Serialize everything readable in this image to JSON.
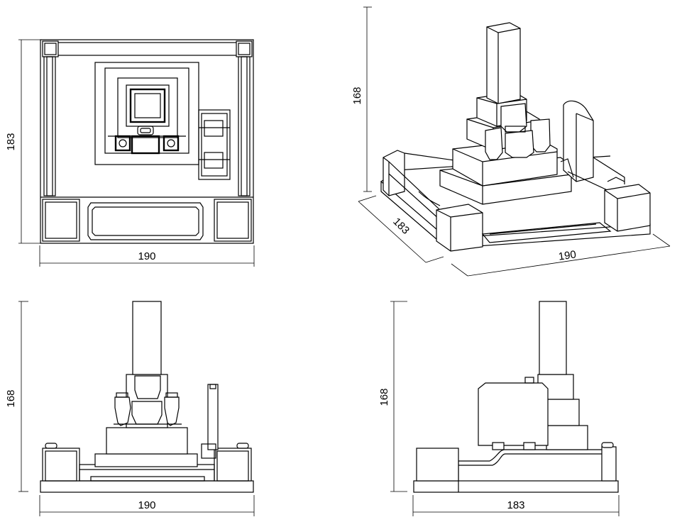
{
  "views": {
    "plan": {
      "width_dim": "190",
      "height_dim": "183"
    },
    "isometric": {
      "height_dim": "168",
      "depth_dim": "183",
      "width_dim": "190"
    },
    "front": {
      "height_dim": "168",
      "width_dim": "190"
    },
    "side": {
      "height_dim": "168",
      "width_dim": "183"
    }
  },
  "colors": {
    "line": "#000000",
    "background": "#ffffff"
  }
}
